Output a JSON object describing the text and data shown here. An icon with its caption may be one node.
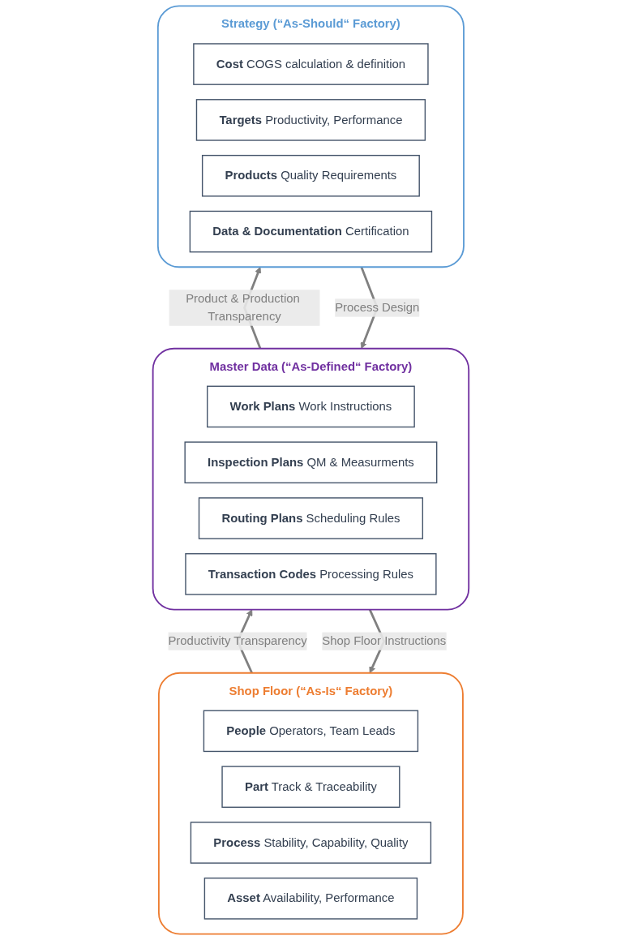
{
  "diagram": {
    "nodes": [
      {
        "text": [
          "Strategy (“As-Should“ Factory)"
        ]
      },
      {
        "text": [
          "Cost",
          "COGS calculation & definition"
        ],
        "in": 0
      },
      {
        "text": [
          "Targets",
          "Productivity, Performance"
        ],
        "in": 0
      },
      {
        "text": [
          "Products",
          "Quality Requirements"
        ],
        "in": 0
      },
      {
        "text": [
          "Data & Documentation",
          "Certification"
        ],
        "in": 0
      },
      {
        "text": [
          "Master Data (“As-Defined“ Factory)"
        ]
      },
      {
        "text": [
          "Work Plans",
          "Work Instructions"
        ],
        "in": 5
      },
      {
        "text": [
          "Inspection Plans",
          "QM & Measurments"
        ],
        "in": 5
      },
      {
        "text": [
          "Routing Plans",
          "Scheduling Rules"
        ],
        "in": 5
      },
      {
        "text": [
          "Transaction Codes",
          "Processing Rules"
        ],
        "in": 5
      },
      {
        "text": [
          "Shop Floor (“As-Is“ Factory)"
        ]
      },
      {
        "text": [
          "People",
          "Operators, Team Leads"
        ],
        "in": 10
      },
      {
        "text": [
          "Part",
          "Track & Traceability"
        ],
        "in": 10
      },
      {
        "text": [
          "Process",
          "Stability, Capability, Quality"
        ],
        "in": 10
      },
      {
        "text": [
          "Asset",
          "Availability, Performance"
        ],
        "in": 10
      }
    ],
    "edges": [
      {
        "from": 0,
        "to": 5,
        "arrow": "to",
        "label": "Process Design"
      },
      {
        "from": 5,
        "to": 0,
        "arrow": "to",
        "label": "Product & Production Transparency"
      },
      {
        "from": 5,
        "to": 10,
        "arrow": "to",
        "label": "Shop Floor Instructions"
      },
      {
        "from": 10,
        "to": 5,
        "arrow": "to",
        "label": "Productivity Transparency"
      }
    ]
  }
}
